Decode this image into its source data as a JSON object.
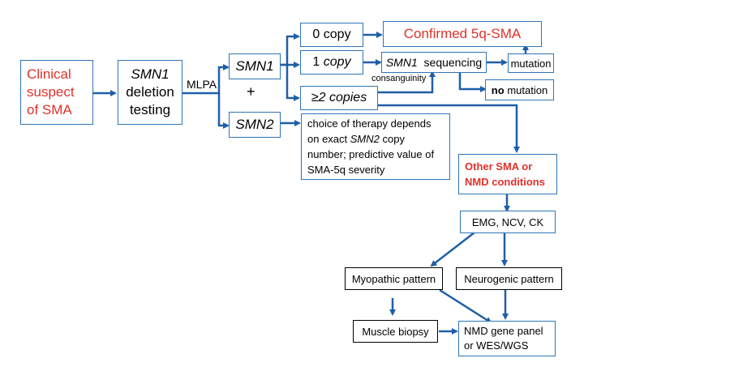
{
  "colors": {
    "arrow": "#1f5fa8",
    "box_border_blue": "#2e75b6",
    "box_border_black": "#000000",
    "highlight_red": "#e0312a"
  },
  "nodes": {
    "clinical_suspect": {
      "lines": [
        "Clinical",
        "suspect",
        "of SMA"
      ]
    },
    "deletion_testing": {
      "line1": "SMN1",
      "line2": "deletion",
      "line3": "testing"
    },
    "smn1": "SMN1",
    "plus": "+",
    "smn2": "SMN2",
    "copy0": "0 copy",
    "copy1_num": "1",
    "copy1_word": "copy",
    "copy2": "≥2 copies",
    "confirmed": "Confirmed 5q-SMA",
    "sequencing_gene": "SMN1",
    "sequencing_word": "sequencing",
    "mutation": "mutation",
    "no_mutation_bold": "no",
    "no_mutation_rest": "mutation",
    "therapy": {
      "l1": "choice of therapy depends",
      "l2a": "on exact ",
      "l2b": "SMN2",
      "l2c": " copy",
      "l3": "number; predictive value of",
      "l4": "SMA-5q severity"
    },
    "other_sma": {
      "lines": [
        "Other SMA  or",
        "NMD conditions"
      ]
    },
    "emg": "EMG, NCV, CK",
    "myopathic": "Myopathic pattern",
    "neurogenic": "Neurogenic pattern",
    "muscle_biopsy": "Muscle biopsy",
    "gene_panel": {
      "lines": [
        "NMD gene panel",
        "or WES/WGS"
      ]
    }
  },
  "edge_labels": {
    "mlpa": "MLPA",
    "consanguinity": "consanguinity"
  }
}
